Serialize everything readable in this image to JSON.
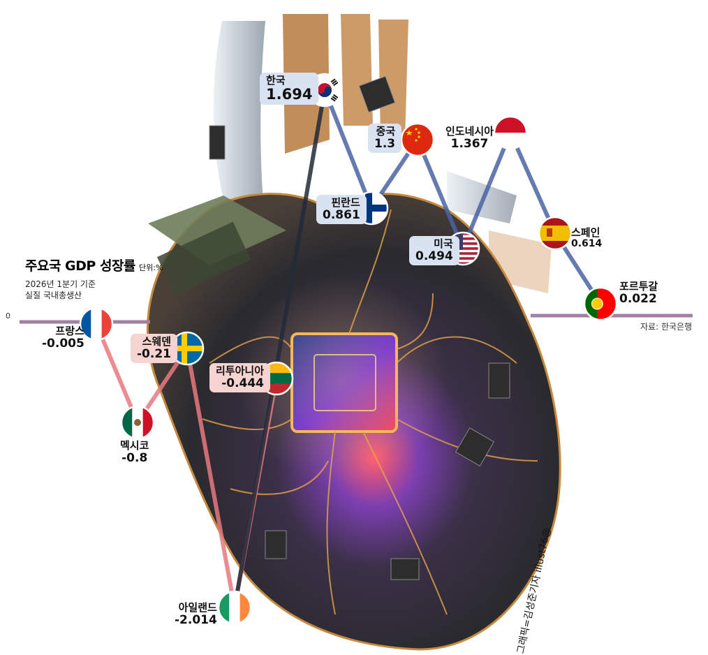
{
  "chart_data": {
    "type": "line",
    "title": "주요국 GDP 성장률",
    "unit": "단위:%",
    "subtitle": [
      "2026년 1분기 기준",
      "실질 국내총생산"
    ],
    "zero_label": "0",
    "source": "자료: 한국은행",
    "credit": "그래픽=김성준기자 illust76@",
    "series": [
      {
        "country": "한국",
        "value": 1.694,
        "value_text": "1.694",
        "flag": "south-korea"
      },
      {
        "country": "중국",
        "value": 1.3,
        "value_text": "1.3",
        "flag": "china"
      },
      {
        "country": "인도네시아",
        "value": 1.367,
        "value_text": "1.367",
        "flag": "indonesia"
      },
      {
        "country": "핀란드",
        "value": 0.861,
        "value_text": "0.861",
        "flag": "finland"
      },
      {
        "country": "스페인",
        "value": 0.614,
        "value_text": "0.614",
        "flag": "spain"
      },
      {
        "country": "미국",
        "value": 0.494,
        "value_text": "0.494",
        "flag": "usa"
      },
      {
        "country": "포르투갈",
        "value": 0.022,
        "value_text": "0.022",
        "flag": "portugal"
      },
      {
        "country": "프랑스",
        "value": -0.005,
        "value_text": "-0.005",
        "flag": "france"
      },
      {
        "country": "스웨덴",
        "value": -0.21,
        "value_text": "-0.21",
        "flag": "sweden"
      },
      {
        "country": "리투아니아",
        "value": -0.444,
        "value_text": "-0.444",
        "flag": "lithuania"
      },
      {
        "country": "멕시코",
        "value": -0.8,
        "value_text": "-0.8",
        "flag": "mexico"
      },
      {
        "country": "아일랜드",
        "value": -2.014,
        "value_text": "-2.014",
        "flag": "ireland"
      }
    ],
    "colors": {
      "positive_line": "#4a63a4",
      "negative_line": "#e8797f",
      "baseline": "#a07fa3",
      "positive_box": "#d9e2f1",
      "negative_box": "#f4d3d0"
    }
  }
}
